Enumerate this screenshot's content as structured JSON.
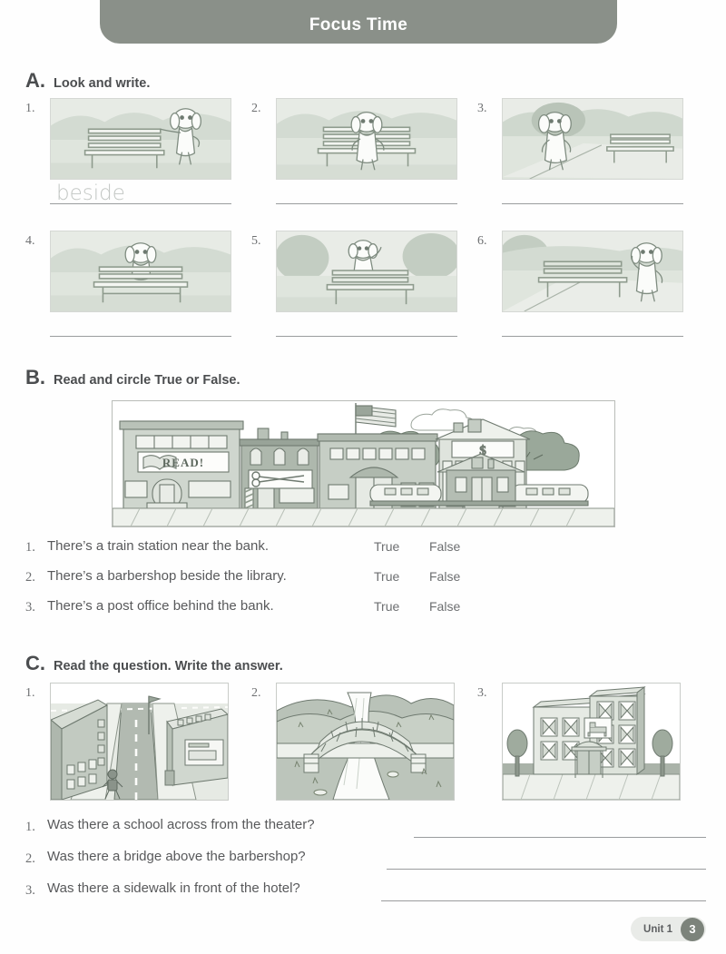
{
  "banner": {
    "title": "Focus Time"
  },
  "sections": {
    "a": {
      "letter": "A.",
      "title": "Look and write.",
      "items": [
        {
          "num": "1.",
          "answer": "beside",
          "scene": "dog-standing-beside-bench"
        },
        {
          "num": "2.",
          "answer": "",
          "scene": "dog-in-front-of-bench"
        },
        {
          "num": "3.",
          "answer": "",
          "scene": "dog-far-from-bench-on-path"
        },
        {
          "num": "4.",
          "answer": "",
          "scene": "dog-behind-bench"
        },
        {
          "num": "5.",
          "answer": "",
          "scene": "dog-above-bench"
        },
        {
          "num": "6.",
          "answer": "",
          "scene": "dog-beside-bench-on-path"
        }
      ]
    },
    "b": {
      "letter": "B.",
      "title": "Read and circle True or False.",
      "illustration": "town-street-scene-library-barbershop-post-office-bank-train-station",
      "true_label": "True",
      "false_label": "False",
      "items": [
        {
          "num": "1.",
          "text": "There’s a train station near the bank."
        },
        {
          "num": "2.",
          "text": "There’s a barbershop beside the library."
        },
        {
          "num": "3.",
          "text": "There’s a post office behind the bank."
        }
      ]
    },
    "c": {
      "letter": "C.",
      "title": "Read the question. Write the answer.",
      "pictures": [
        {
          "num": "1.",
          "scene": "city-street-school-across-from-theater"
        },
        {
          "num": "2.",
          "scene": "stone-bridge-over-river"
        },
        {
          "num": "3.",
          "scene": "hotel-with-sidewalk-and-trees"
        }
      ],
      "items": [
        {
          "num": "1.",
          "text": "Was there a school across from the theater?",
          "answer": ""
        },
        {
          "num": "2.",
          "text": "Was there a bridge above the barbershop?",
          "answer": ""
        },
        {
          "num": "3.",
          "text": "Was there a sidewalk in front of the hotel?",
          "answer": ""
        }
      ]
    }
  },
  "footer": {
    "unit": "Unit 1",
    "page": "3"
  },
  "colors": {
    "banner": "#8a9089",
    "text": "#58595b",
    "line": "#9a9c9e",
    "page_badge": "#7c837b"
  }
}
